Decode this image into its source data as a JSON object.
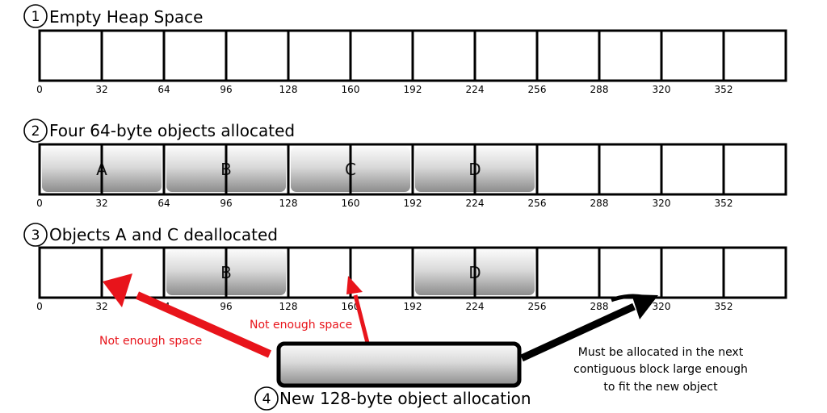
{
  "diagram": {
    "ticks": [
      "0",
      "32",
      "64",
      "96",
      "128",
      "160",
      "192",
      "224",
      "256",
      "288",
      "320",
      "352"
    ],
    "rows": [
      {
        "number": "1",
        "title": "Empty Heap Space",
        "objects": []
      },
      {
        "number": "2",
        "title": "Four 64-byte objects allocated",
        "objects": [
          {
            "label": "A",
            "start": 0,
            "size": 64
          },
          {
            "label": "B",
            "start": 64,
            "size": 64
          },
          {
            "label": "C",
            "start": 128,
            "size": 64
          },
          {
            "label": "D",
            "start": 192,
            "size": 64
          }
        ]
      },
      {
        "number": "3",
        "title": "Objects A and C deallocated",
        "objects": [
          {
            "label": "B",
            "start": 64,
            "size": 64
          },
          {
            "label": "D",
            "start": 192,
            "size": 64
          }
        ]
      }
    ],
    "new_object": {
      "number": "4",
      "title": "New 128-byte object allocation"
    },
    "notes": {
      "left": "Not enough space",
      "middle": "Not enough space",
      "right": [
        "Must be allocated in the next",
        "contiguous block large enough",
        "to fit the new object"
      ]
    },
    "colors": {
      "red": "#e8141b",
      "black": "#000000",
      "object_light": "#fafafa",
      "object_dark": "#8c8c8c"
    }
  }
}
